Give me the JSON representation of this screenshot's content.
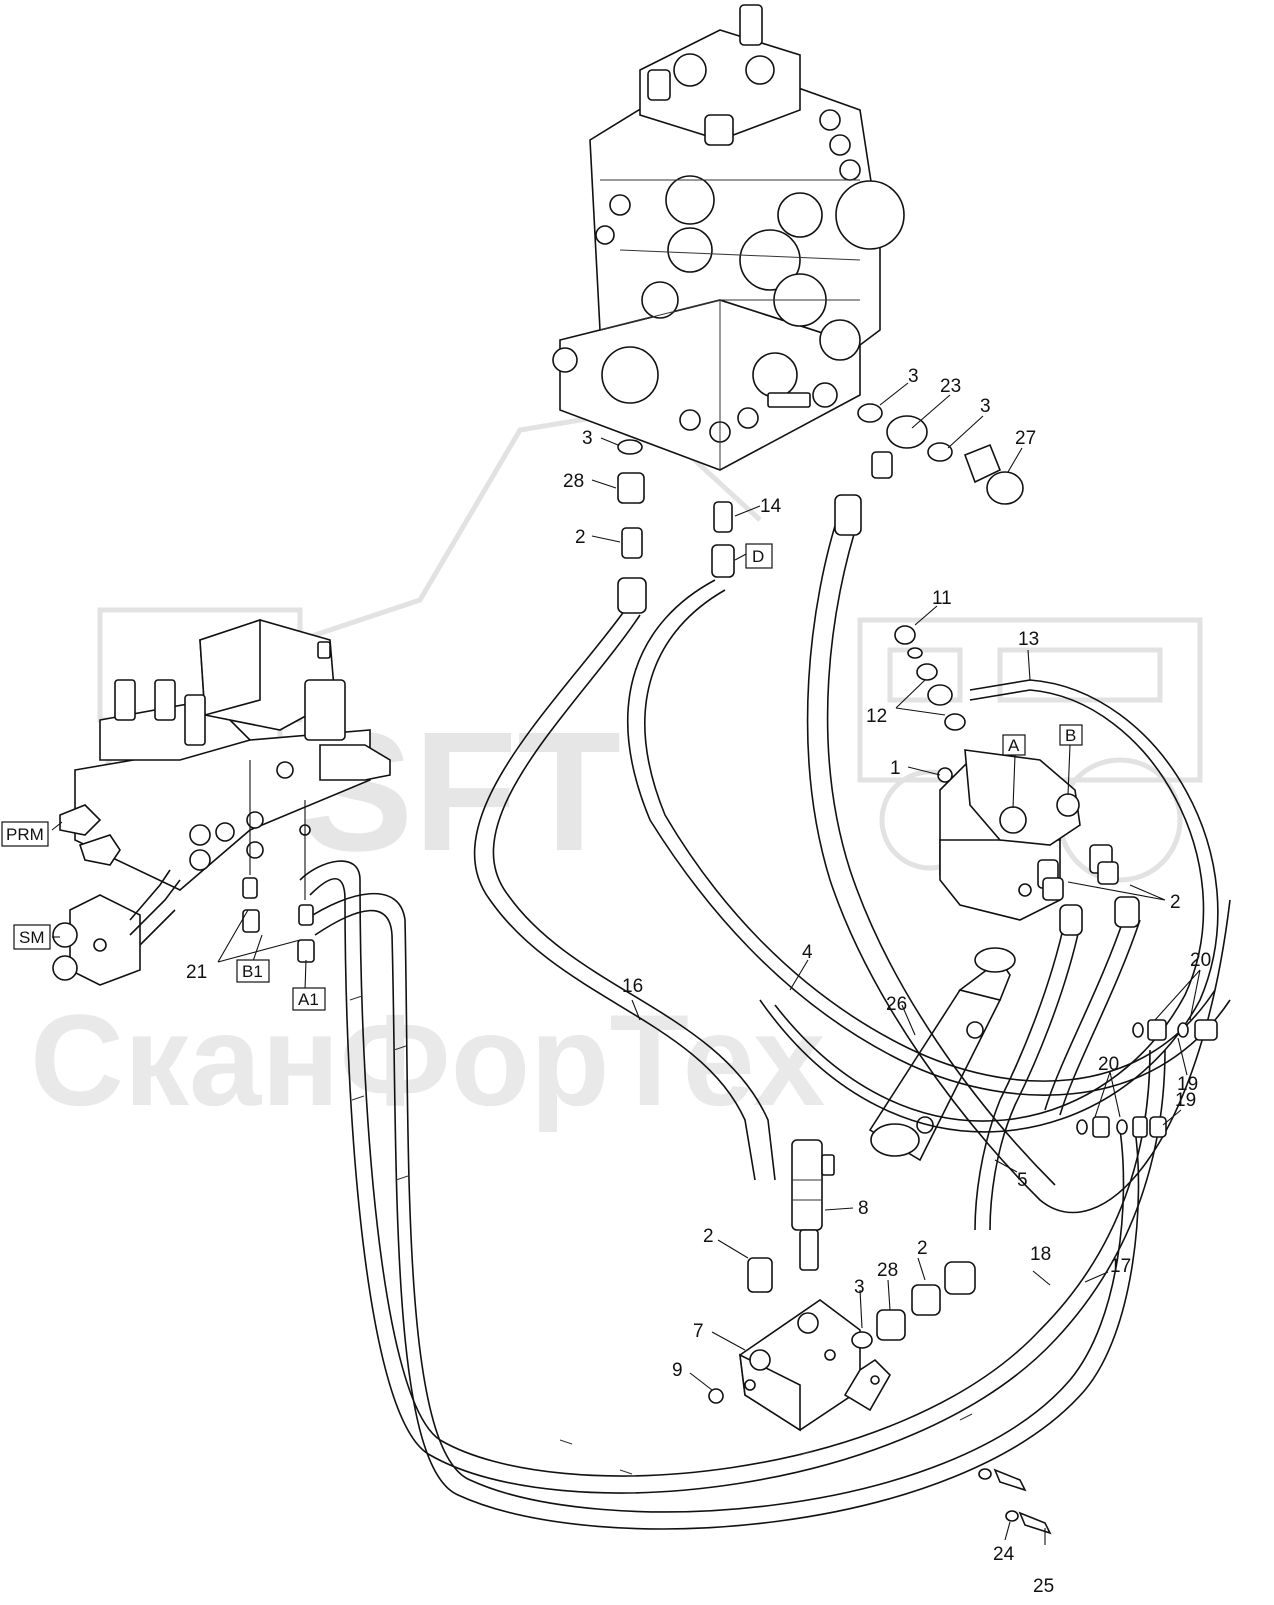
{
  "watermark": {
    "brand": "SFT",
    "company": "СканФорТех"
  },
  "callouts": {
    "c1": "1",
    "c2a": "2",
    "c2b": "2",
    "c2c": "2",
    "c2d": "2",
    "c3a": "3",
    "c3b": "3",
    "c3c": "3",
    "c3d": "3",
    "c4": "4",
    "c5": "5",
    "c7": "7",
    "c8": "8",
    "c9": "9",
    "c11": "11",
    "c12": "12",
    "c13": "13",
    "c14": "14",
    "c16": "16",
    "c17": "17",
    "c18": "18",
    "c19a": "19",
    "c19b": "19",
    "c20a": "20",
    "c20b": "20",
    "c21": "21",
    "c23": "23",
    "c24": "24",
    "c25": "25",
    "c26": "26",
    "c27": "27",
    "c28a": "28",
    "c28b": "28"
  },
  "port_labels": {
    "A": "A",
    "B": "B",
    "D": "D",
    "A1": "A1",
    "B1": "B1",
    "PRM": "PRM",
    "SM": "SM"
  }
}
